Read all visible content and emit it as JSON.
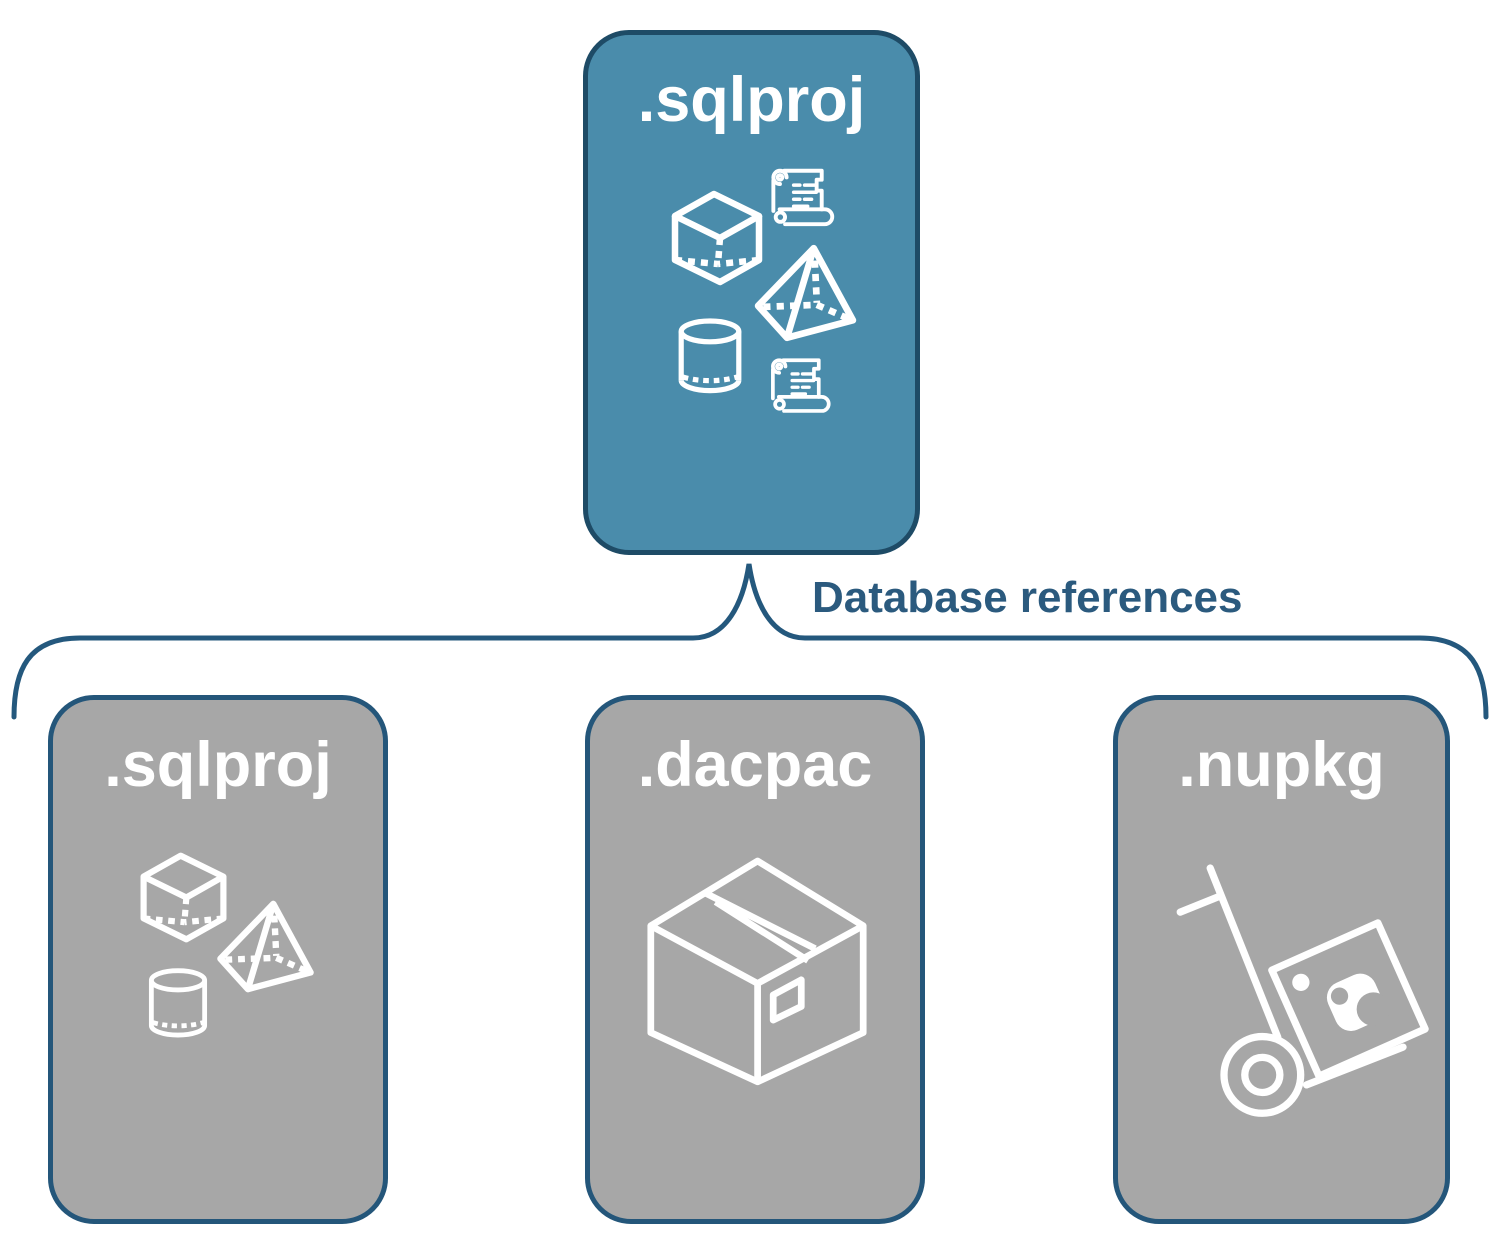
{
  "diagram": {
    "root_card": {
      "label": ".sqlproj",
      "icons": [
        "scroll-icon",
        "cube-icon",
        "pyramid-icon",
        "cylinder-icon",
        "scroll-icon"
      ]
    },
    "connector_label": "Database references",
    "child_cards": [
      {
        "label": ".sqlproj",
        "icons": [
          "cube-icon",
          "pyramid-icon",
          "cylinder-icon"
        ]
      },
      {
        "label": ".dacpac",
        "icons": [
          "package-box-icon"
        ]
      },
      {
        "label": ".nupkg",
        "icons": [
          "hand-truck-icon",
          "nuget-logo"
        ]
      }
    ],
    "colors": {
      "root_card_fill": "#4A8CAB",
      "child_card_fill": "#A7A7A7",
      "card_border": "#1E4B66",
      "connector_stroke": "#24587D",
      "connector_label_text": "#2B5A7E",
      "card_title_text": "#FFFFFF",
      "icon_stroke": "#FFFFFF"
    }
  }
}
